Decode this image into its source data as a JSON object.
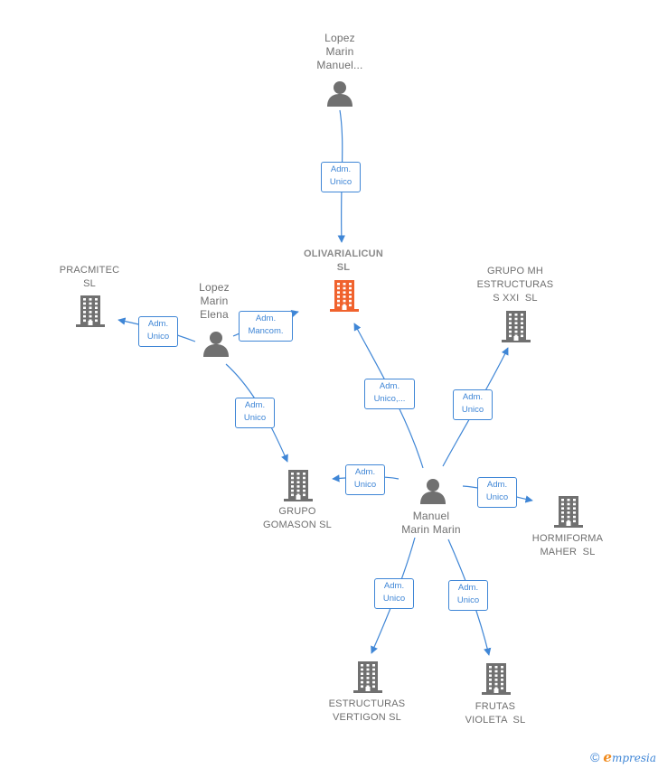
{
  "nodes": {
    "lopez_manuel": {
      "kind": "person",
      "label": "Lopez\nMarin\nManuel..."
    },
    "olivarialicun": {
      "kind": "company",
      "label": "OLIVARIALICUN\nSL",
      "focal": true
    },
    "pracmitec": {
      "kind": "company",
      "label": "PRACMITEC\nSL"
    },
    "lopez_elena": {
      "kind": "person",
      "label": "Lopez\nMarin\nElena"
    },
    "grupo_mh": {
      "kind": "company",
      "label": "GRUPO MH\nESTRUCTURAS\nS XXI  SL"
    },
    "grupo_gomason": {
      "kind": "company",
      "label": "GRUPO\nGOMASON SL"
    },
    "manuel_marin": {
      "kind": "person",
      "label": "Manuel\nMarin Marin"
    },
    "hormiforma": {
      "kind": "company",
      "label": "HORMIFORMA\nMAHER  SL"
    },
    "estructuras_vertigon": {
      "kind": "company",
      "label": "ESTRUCTURAS\nVERTIGON SL"
    },
    "frutas_violeta": {
      "kind": "company",
      "label": "FRUTAS\nVIOLETA  SL"
    }
  },
  "relations": [
    {
      "from": "lopez_manuel",
      "to": "olivarialicun",
      "label": "Adm.\nUnico"
    },
    {
      "from": "lopez_elena",
      "to": "pracmitec",
      "label": "Adm.\nUnico"
    },
    {
      "from": "lopez_elena",
      "to": "olivarialicun",
      "label": "Adm.\nMancom."
    },
    {
      "from": "lopez_elena",
      "to": "grupo_gomason",
      "label": "Adm.\nUnico"
    },
    {
      "from": "manuel_marin",
      "to": "olivarialicun",
      "label": "Adm.\nUnico,..."
    },
    {
      "from": "manuel_marin",
      "to": "grupo_mh",
      "label": "Adm.\nUnico"
    },
    {
      "from": "manuel_marin",
      "to": "grupo_gomason",
      "label": "Adm.\nUnico"
    },
    {
      "from": "manuel_marin",
      "to": "hormiforma",
      "label": "Adm.\nUnico"
    },
    {
      "from": "manuel_marin",
      "to": "estructuras_vertigon",
      "label": "Adm.\nUnico"
    },
    {
      "from": "manuel_marin",
      "to": "frutas_violeta",
      "label": "Adm.\nUnico"
    }
  ],
  "colors": {
    "edge": "#3f86d6",
    "company": "#707070",
    "focal_company": "#f0622d",
    "person": "#707070",
    "label": "#6f6f6f"
  },
  "footer": {
    "copyright": "©",
    "brand_initial": "e",
    "brand_rest": "mpresia"
  }
}
